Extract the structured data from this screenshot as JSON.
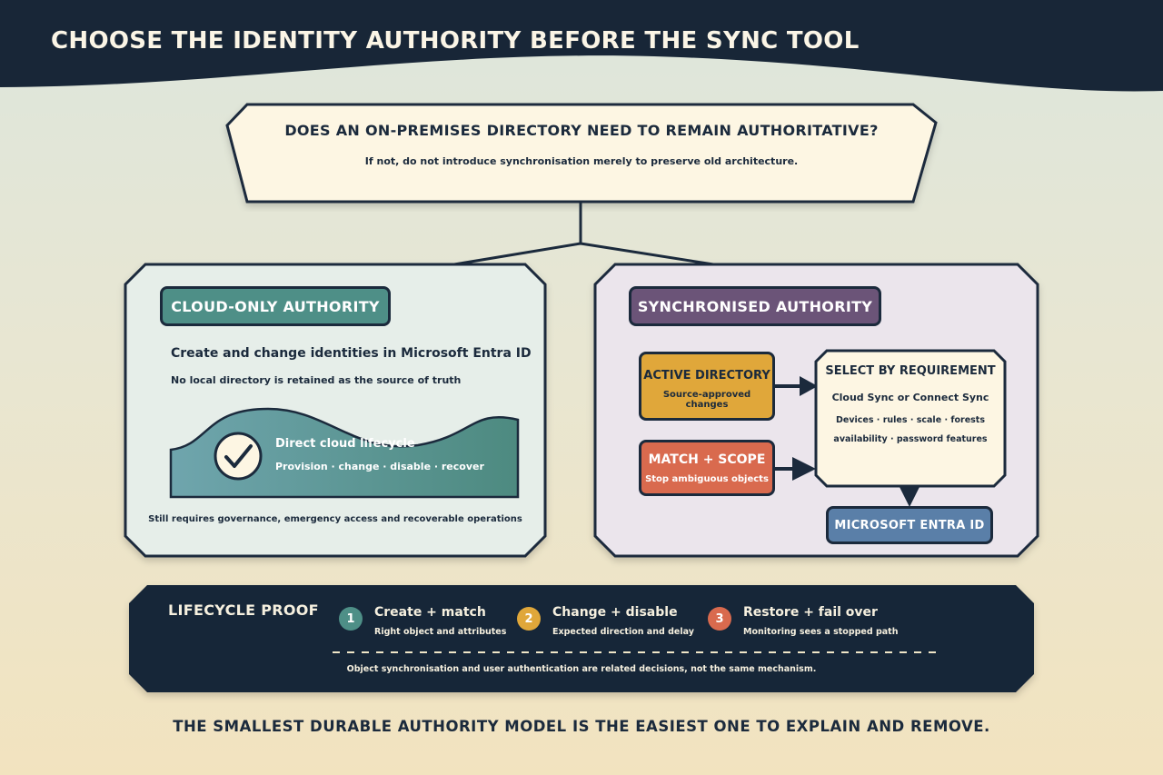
{
  "title": "CHOOSE THE IDENTITY AUTHORITY BEFORE THE SYNC TOOL",
  "question": {
    "title": "DOES AN ON-PREMISES DIRECTORY NEED TO REMAIN AUTHORITATIVE?",
    "subtitle": "If not, do not introduce synchronisation merely to preserve old architecture."
  },
  "cloud_only": {
    "badge": "CLOUD-ONLY AUTHORITY",
    "heading": "Create and change identities in Microsoft Entra ID",
    "subheading": "No local directory is retained as the source of truth",
    "lifecycle_title": "Direct cloud lifecycle",
    "lifecycle_sub": "Provision · change · disable · recover",
    "footnote": "Still requires governance, emergency access and recoverable operations"
  },
  "synchronised": {
    "badge": "SYNCHRONISED AUTHORITY",
    "active_directory": {
      "title": "ACTIVE DIRECTORY",
      "sub": "Source-approved changes"
    },
    "match_scope": {
      "title": "MATCH + SCOPE",
      "sub": "Stop ambiguous objects"
    },
    "select": {
      "title": "SELECT BY REQUIREMENT",
      "line1": "Cloud Sync or Connect Sync",
      "line2": "Devices · rules · scale · forests",
      "line3": "availability · password features"
    },
    "target": "MICROSOFT ENTRA ID"
  },
  "lifecycle_proof": {
    "title": "LIFECYCLE PROOF",
    "steps": [
      {
        "num": "1",
        "title": "Create + match",
        "sub": "Right object and attributes",
        "color": "#4e8f87"
      },
      {
        "num": "2",
        "title": "Change + disable",
        "sub": "Expected direction and delay",
        "color": "#e0a73a"
      },
      {
        "num": "3",
        "title": "Restore + fail over",
        "sub": "Monitoring sees a stopped path",
        "color": "#d96a4e"
      }
    ],
    "note": "Object synchronisation and user authentication are related decisions, not the same mechanism."
  },
  "footer": "THE SMALLEST DURABLE AUTHORITY MODEL IS THE EASIEST ONE TO EXPLAIN AND REMOVE.",
  "colors": {
    "navy": "#1b2a3c",
    "teal": "#4e8f87",
    "purple": "#6b5478",
    "amber": "#e0a73a",
    "coral": "#d96a4e",
    "steel_blue": "#5a7fa8",
    "cream": "#fdf6e3"
  }
}
